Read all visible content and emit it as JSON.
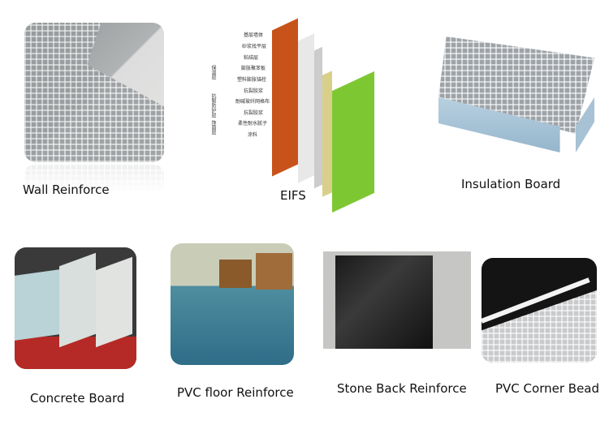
{
  "products": [
    {
      "label": "Wall Reinforce"
    },
    {
      "label": "EIFS"
    },
    {
      "label": "Insulation Board"
    },
    {
      "label": "Concrete Board"
    },
    {
      "label": "PVC floor Reinforce"
    },
    {
      "label": "Stone Back Reinforce"
    },
    {
      "label": "PVC Corner Bead"
    }
  ],
  "eifs_diagram": {
    "layers": [
      "基层墙体",
      "砂浆找平层",
      "粘结层",
      "膨胀聚苯板",
      "塑料膨胀锚栓",
      "抗裂胶浆",
      "耐碱玻纤网格布",
      "抗裂胶浆",
      "柔性耐水腻子",
      "涂料"
    ],
    "groups": [
      "保温层",
      "抗裂防护层",
      "饰面层"
    ]
  },
  "colors": {
    "brick": "#c8531a",
    "foam": "#e8e8e8",
    "green": "#7dc832",
    "yellow": "#d8d08a"
  }
}
